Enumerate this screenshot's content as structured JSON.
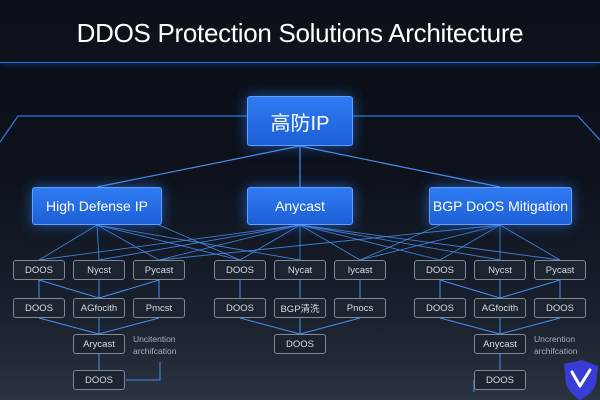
{
  "title": "DDOS Protection Solutions Architecture",
  "top_node": "高防IP",
  "tier2": [
    "High Defense IP",
    "Anycast",
    "BGP DoOS Mitigation"
  ],
  "left": {
    "row1": [
      "DOOS",
      "Nycst",
      "Pycast"
    ],
    "row2": [
      "DOOS",
      "AGfocith",
      "Pmcst"
    ],
    "row3": "Arycast",
    "row4": "DOOS",
    "note": [
      "Uncitention",
      "archifcation"
    ]
  },
  "middle": {
    "row1": [
      "DOOS",
      "Nycat",
      "Iycast"
    ],
    "row2": [
      "DOOS",
      "BGP清洗",
      "Pnocs"
    ],
    "row3": "DOOS"
  },
  "right": {
    "row1": [
      "DOOS",
      "Nycst",
      "Pycast"
    ],
    "row2": [
      "DOOS",
      "AGfocith",
      "DOOS"
    ],
    "row3": "Anycast",
    "row4": "DOOS",
    "note": [
      "Uncrention",
      "archifcation"
    ]
  },
  "colors": {
    "accent": "#2f7bf2",
    "line": "#4a8ef0",
    "leaf_border": "#7f8896"
  },
  "logo_icon": "shield-logo"
}
